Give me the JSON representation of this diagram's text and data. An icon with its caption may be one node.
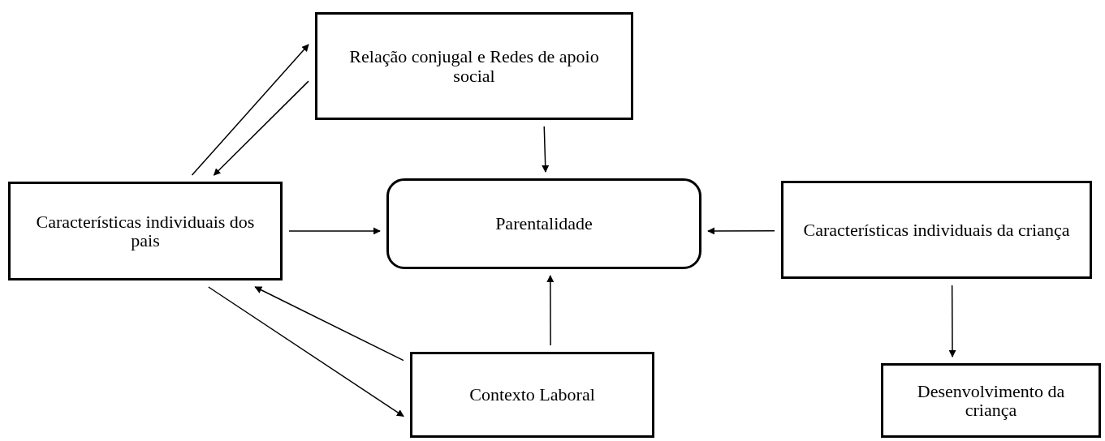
{
  "diagram": {
    "nodes": [
      {
        "text": [
          "Relação conjugal e Redes de apoio social"
        ]
      },
      {
        "text": [
          "Características individuais dos pais"
        ]
      },
      {
        "text": [
          "Parentalidade"
        ]
      },
      {
        "text": [
          "Características individuais da criança"
        ]
      },
      {
        "text": [
          "Contexto Laboral"
        ]
      },
      {
        "text": [
          "Desenvolvimento da criança"
        ]
      }
    ],
    "edges": [
      {
        "from": 1,
        "to": 0,
        "arrow": "to"
      },
      {
        "from": 0,
        "to": 1,
        "arrow": "to"
      },
      {
        "from": 0,
        "to": 2,
        "arrow": "to"
      },
      {
        "from": 1,
        "to": 2,
        "arrow": "to"
      },
      {
        "from": 3,
        "to": 2,
        "arrow": "to"
      },
      {
        "from": 4,
        "to": 2,
        "arrow": "to"
      },
      {
        "from": 4,
        "to": 1,
        "arrow": "to"
      },
      {
        "from": 1,
        "to": 4,
        "arrow": "to"
      },
      {
        "from": 3,
        "to": 5,
        "arrow": "to"
      }
    ]
  }
}
